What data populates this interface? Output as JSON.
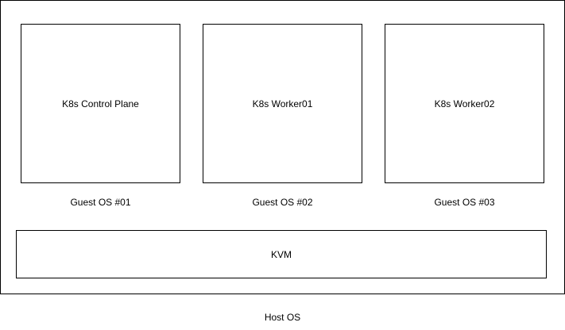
{
  "diagram": {
    "host_label": "Host OS",
    "hypervisor_label": "KVM",
    "vms": [
      {
        "name": "K8s Control Plane",
        "guest_label": "Guest OS #01"
      },
      {
        "name": "K8s Worker01",
        "guest_label": "Guest OS #02"
      },
      {
        "name": "K8s Worker02",
        "guest_label": "Guest OS #03"
      }
    ],
    "colors": {
      "stroke": "#000000",
      "fill": "#ffffff",
      "text": "#000000"
    }
  }
}
